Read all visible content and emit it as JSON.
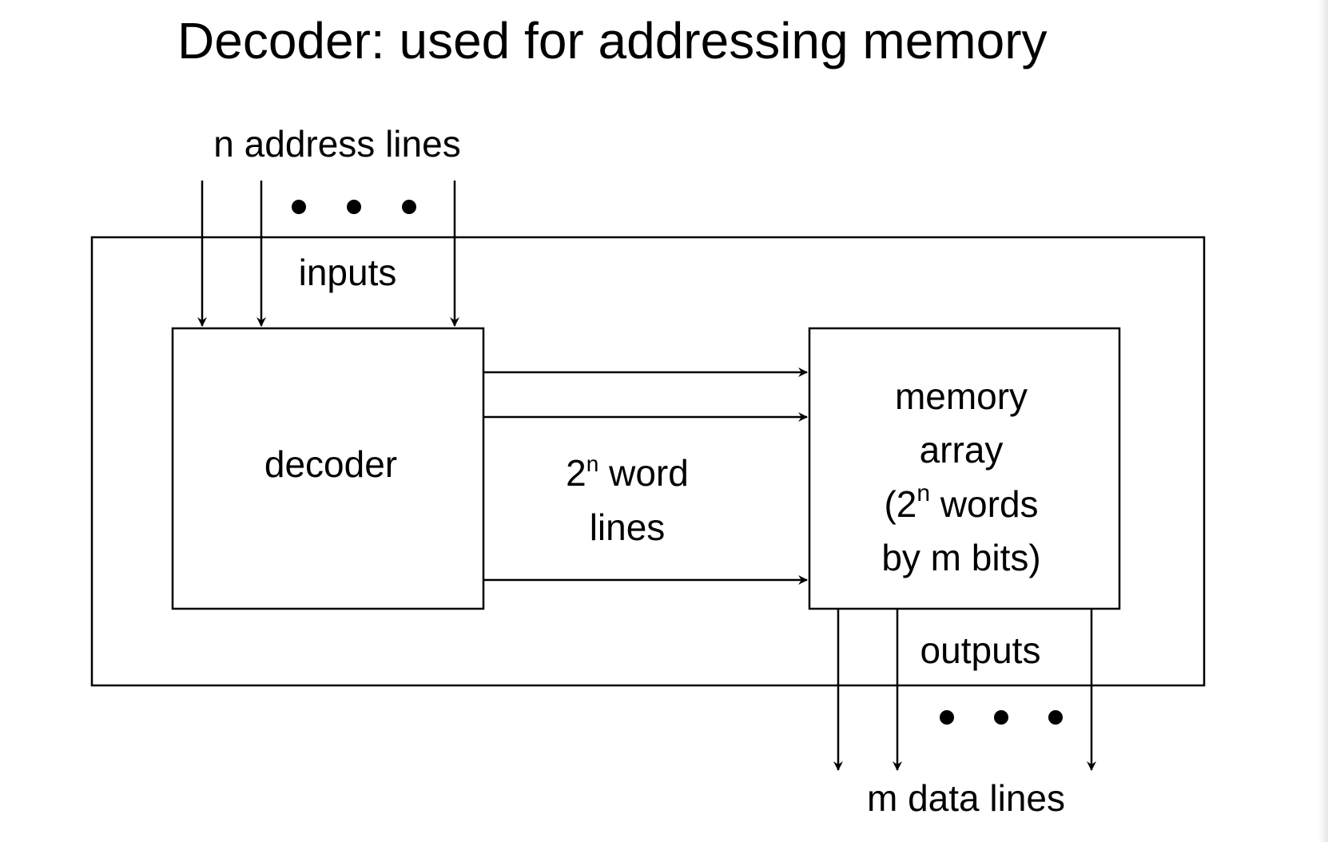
{
  "slide": {
    "title": "Decoder: used for addressing memory"
  },
  "diagram": {
    "address_lines_label": "n address lines",
    "inputs_label": "inputs",
    "decoder_label": "decoder",
    "word_lines_base": "2",
    "word_lines_exponent": "n",
    "word_lines_word": " word",
    "word_lines_line2": "lines",
    "memory_line1": "memory",
    "memory_line2": "array",
    "memory_line3_prefix": "(2",
    "memory_line3_exponent": "n",
    "memory_line3_suffix": " words",
    "memory_line4": "by m bits)",
    "outputs_label": "outputs",
    "data_lines_label": "m data lines",
    "ellipsis_dots": "• • •"
  }
}
